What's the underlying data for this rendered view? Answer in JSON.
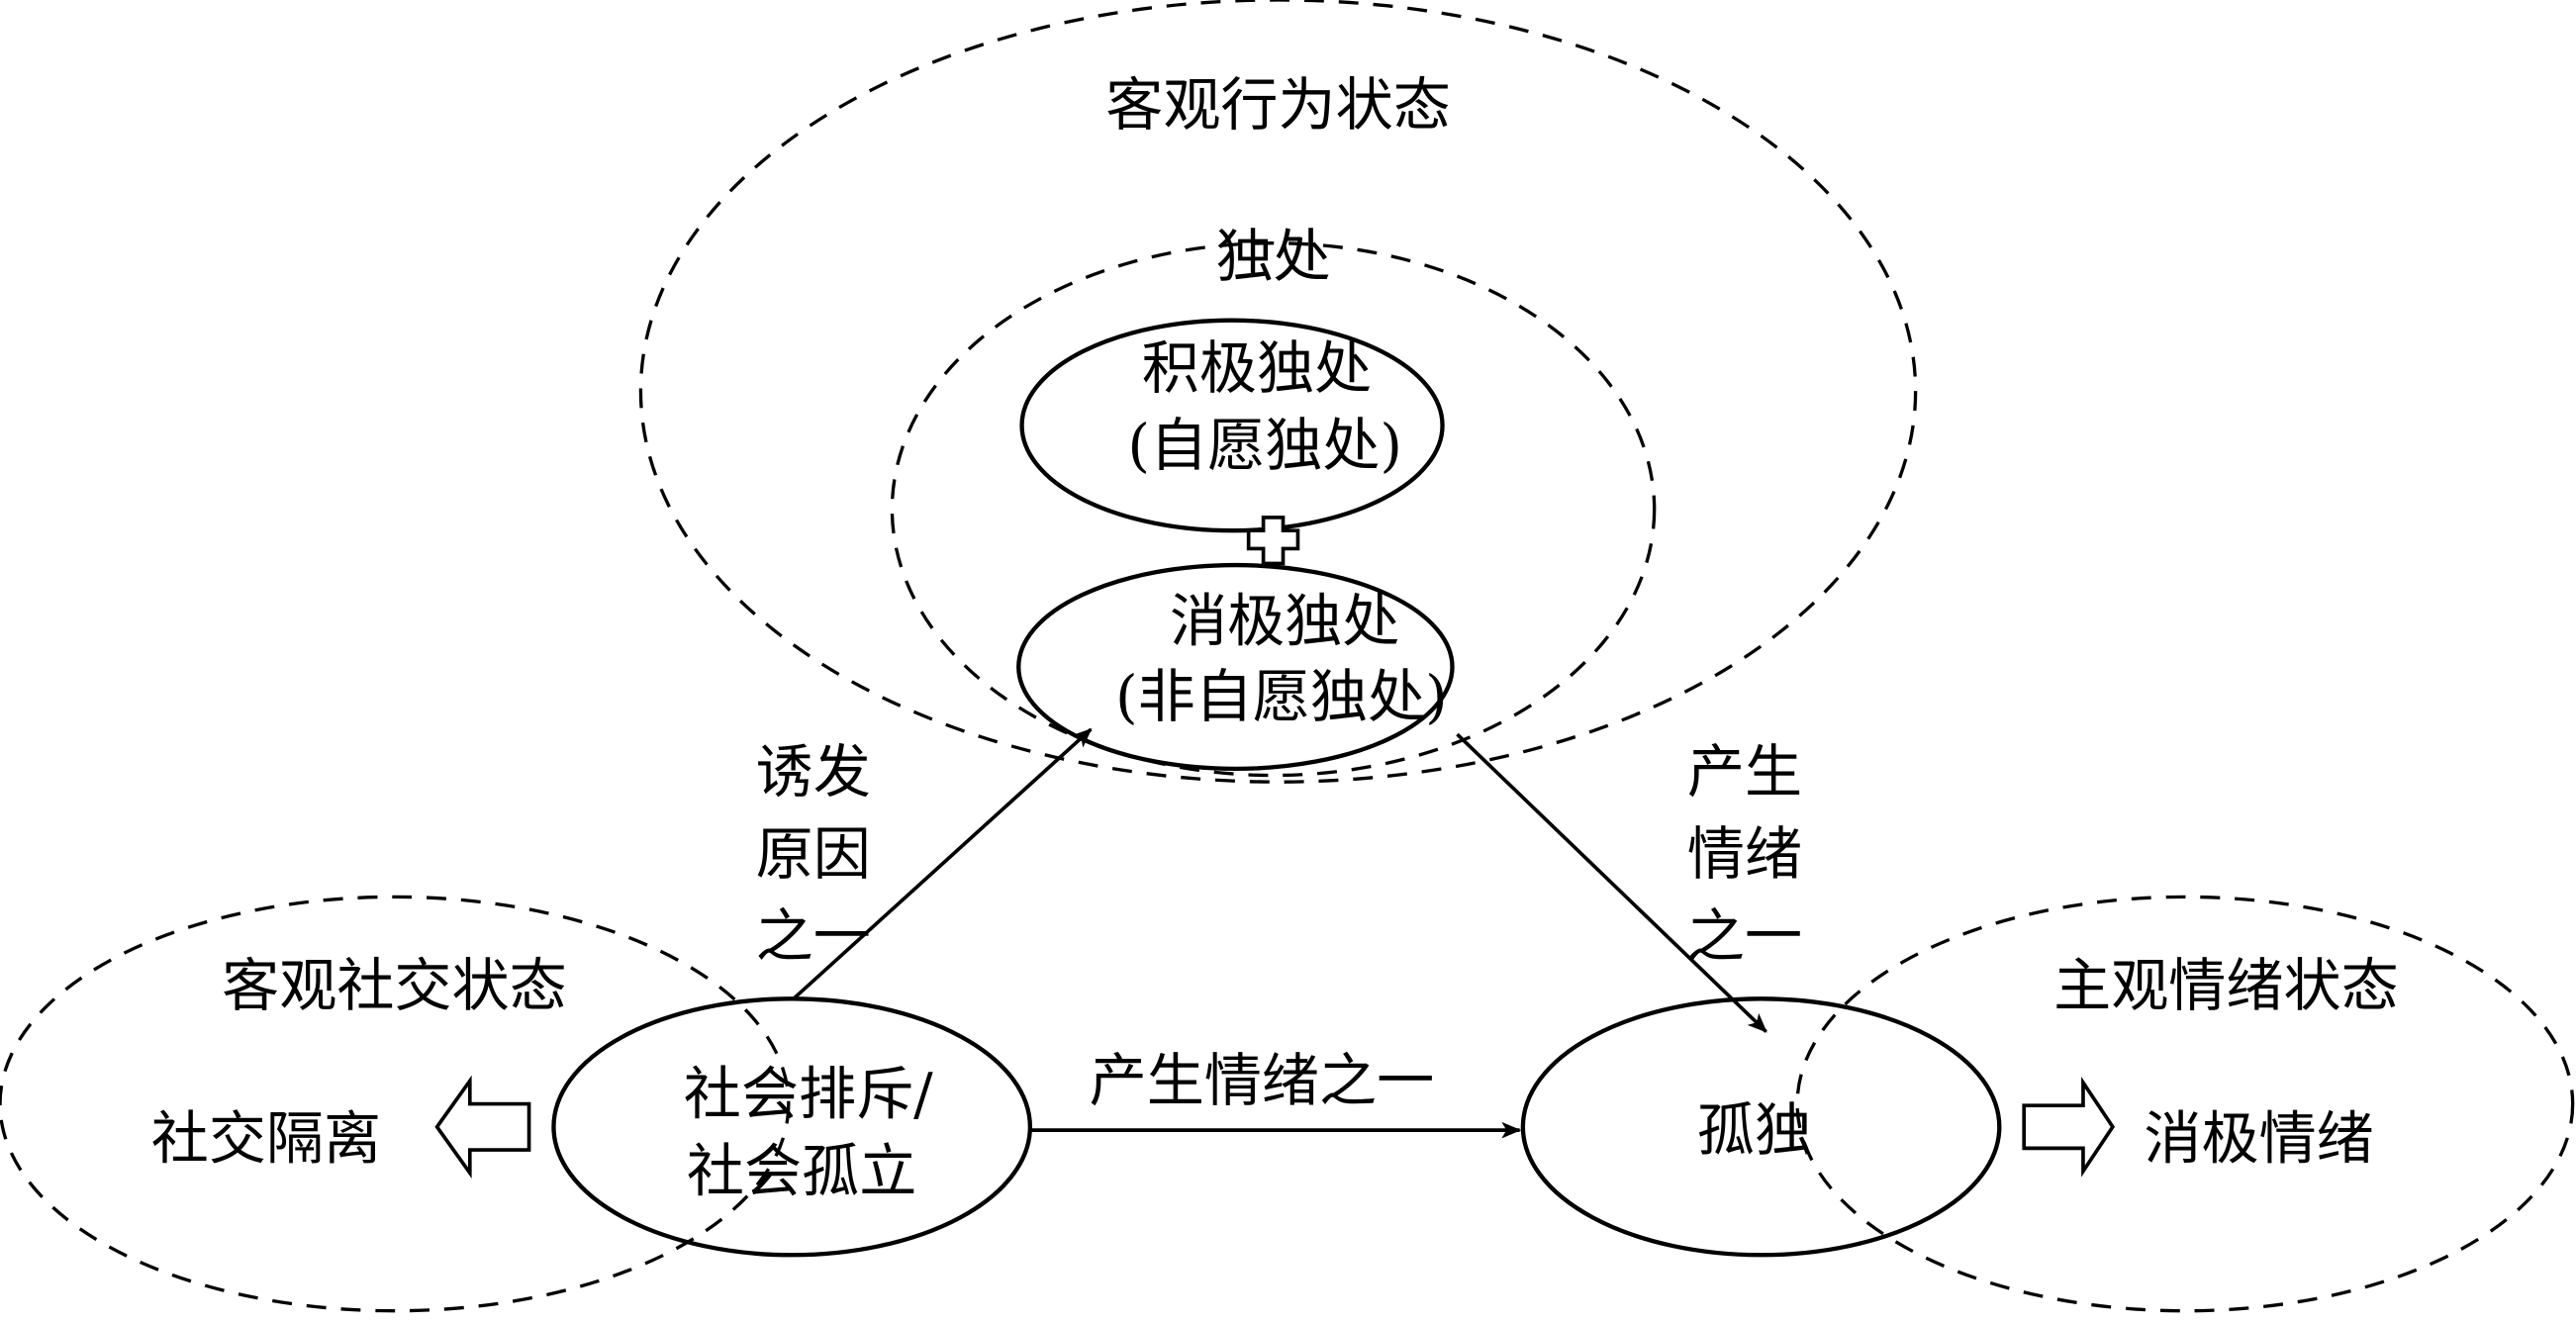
{
  "diagram": {
    "groups": {
      "objective_behavior": "客观行为状态",
      "solitude": "独处",
      "objective_social": "客观社交状态",
      "subjective_emotion": "主观情绪状态"
    },
    "nodes": {
      "positive_solitude": {
        "line1": "积极独处",
        "line2": "(自愿独处)"
      },
      "negative_solitude": {
        "line1": "消极独处",
        "line2": "(非自愿独处)"
      },
      "social_exclusion": {
        "line1": "社会排斥/",
        "line2": "社会孤立"
      },
      "loneliness": {
        "line1": "孤独"
      }
    },
    "side_labels": {
      "social_isolation": "社交隔离",
      "negative_emotion": "消极情绪"
    },
    "edges": {
      "trigger": {
        "lines": [
          "诱发",
          "原因",
          "之一"
        ]
      },
      "produce_vertical": {
        "lines": [
          "产生",
          "情绪",
          "之一"
        ]
      },
      "produce_horizontal": "产生情绪之一"
    },
    "symbols": {
      "plus": "plus-icon"
    }
  }
}
